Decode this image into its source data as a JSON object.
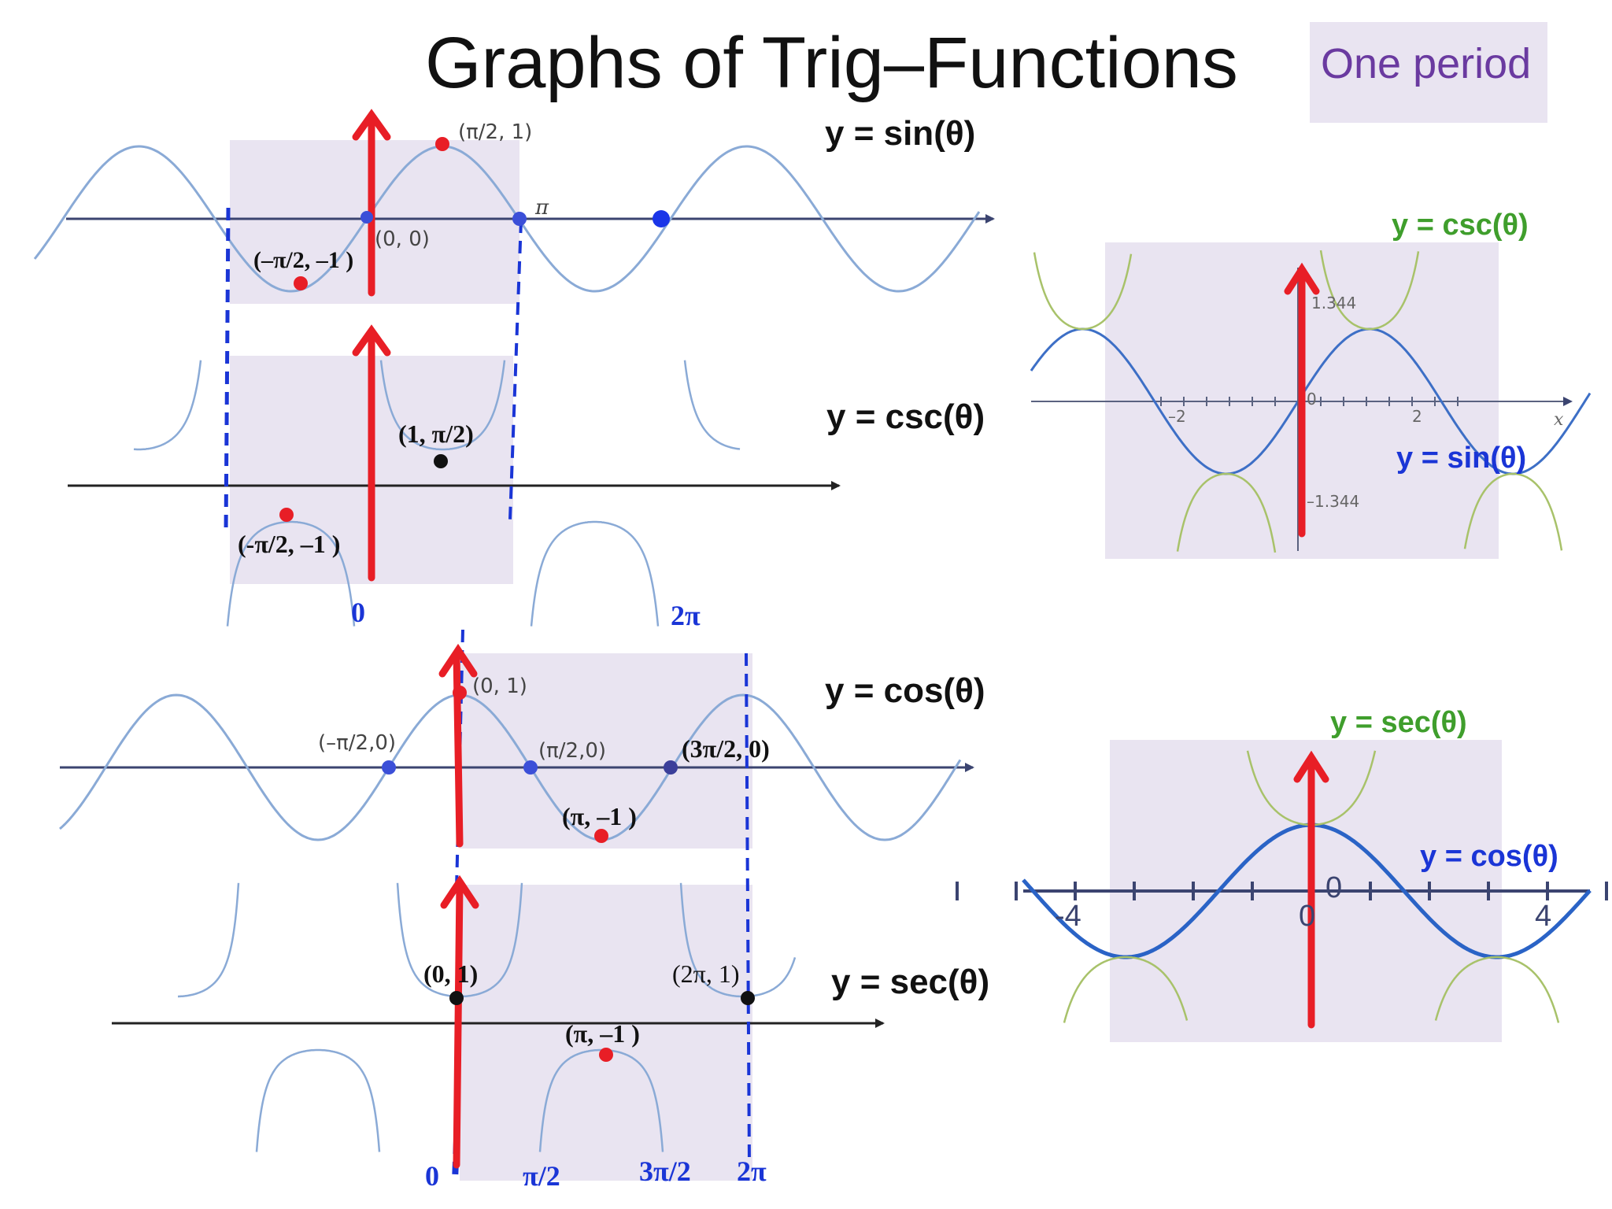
{
  "title": "Graphs of Trig–Functions",
  "legend": {
    "label": "One period",
    "color": "#e9e4f1"
  },
  "colors": {
    "curve": "#8aaad6",
    "highlight": "#e9e4f1",
    "arrow": "#e81e26",
    "dash": "#1a35d6",
    "green_label": "#3f9e2c",
    "blue_label": "#1a35d6",
    "point_blue": "#3b4fd8",
    "point_red": "#e81e26"
  },
  "panels": {
    "sin": {
      "label": "y = sin(θ)",
      "points": {
        "max": "(π/2, 1)",
        "origin": "(0, 0)",
        "pi": "π",
        "min": "(–π/2, –1 )"
      }
    },
    "csc": {
      "label": "y = csc(θ)",
      "points": {
        "up": "(1, π/2)",
        "down": "(-π/2, –1 )"
      },
      "ticks": {
        "zero": "0",
        "two_pi": "2π"
      }
    },
    "cos": {
      "label": "y = cos(θ)",
      "points": {
        "max": "(0, 1)",
        "neg_half_pi": "(–π/2,0)",
        "half_pi": "(π/2,0)",
        "three_half_pi": "(3π/2, 0)",
        "min": "(π, –1 )"
      }
    },
    "sec": {
      "label": "y = sec(θ)",
      "points": {
        "left": "(0, 1)",
        "right": "(2π, 1)",
        "min": "(π, –1 )"
      },
      "ticks": {
        "zero": "0",
        "half_pi": "π/2",
        "three_half_pi": "3π/2",
        "two_pi": "2π"
      }
    }
  },
  "right_top": {
    "csc_label": "y = csc(θ)",
    "sin_label": "y = sin(θ)",
    "ticks": {
      "y_top": "1.344",
      "y_bottom": "–1.344",
      "x_neg": "–2",
      "x_pos": "2",
      "x_axis": "x",
      "origin": "0"
    }
  },
  "right_bottom": {
    "sec_label": "y = sec(θ)",
    "cos_label": "y = cos(θ)",
    "ticks": {
      "x_neg": "-4",
      "x_pos": "4",
      "origin": "0",
      "zero_label": "0"
    }
  }
}
